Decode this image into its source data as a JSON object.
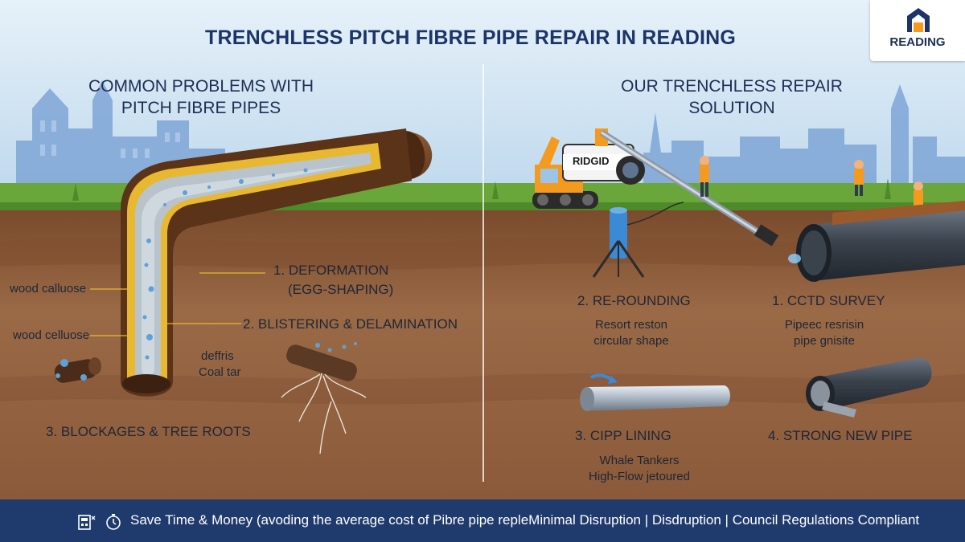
{
  "title": "TRENCHLESS PITCH FIBRE PIPE REPAIR IN READING",
  "logo": {
    "text": "READING",
    "icon": "house-logo-icon"
  },
  "left_panel": {
    "heading_line1": "COMMON PROBLEMS WITH",
    "heading_line2": "PITCH FIBRE PIPES",
    "label_calluose": "wood calluose",
    "label_cellulose": "wood celluose",
    "label_debris": "deffris",
    "label_coal_tar": "Coal tar",
    "problem1_line1": "1. DEFORMATION",
    "problem1_line2": "(EGG-SHAPING)",
    "problem2": "2. BLISTERING & DELAMINATION",
    "problem3": "3. BLOCKAGES & TREE ROOTS"
  },
  "right_panel": {
    "heading_line1": "OUR TRENCHLESS REPAIR",
    "heading_line2": "SOLUTION",
    "camera_brand": "RIDGID",
    "step1": "1. CCTD SURVEY",
    "step1_desc_line1": "Pipeec resrisin",
    "step1_desc_line2": "pipe gnisite",
    "step2": "2. RE-ROUNDING",
    "step2_desc_line1": "Resort reston",
    "step2_desc_line2": "circular shape",
    "step3": "3. CIPP LINING",
    "step3_desc_line1": "Whale Tankers",
    "step3_desc_line2": "High-Flow jetoured",
    "step4": "4. STRONG NEW PIPE"
  },
  "footer": {
    "text": "Save Time & Money (avoding the average cost of Pibre pipe repleMinimal Disruption  |  Disdruption  |  Council Regulations Compliant",
    "icons": [
      "calculator-icon",
      "stopwatch-icon"
    ]
  },
  "colors": {
    "sky": "#cfe3f1",
    "grass": "#6aa63a",
    "soil": "#8a5a3a",
    "soil_dark": "#6b4128",
    "pipe_brown": "#6b3f22",
    "liner_yellow": "#e8b830",
    "skyline_blue": "#7fa6d6",
    "footer_bg": "#1f3a6c",
    "title": "#1d3468",
    "machine_orange": "#f39a1f"
  }
}
